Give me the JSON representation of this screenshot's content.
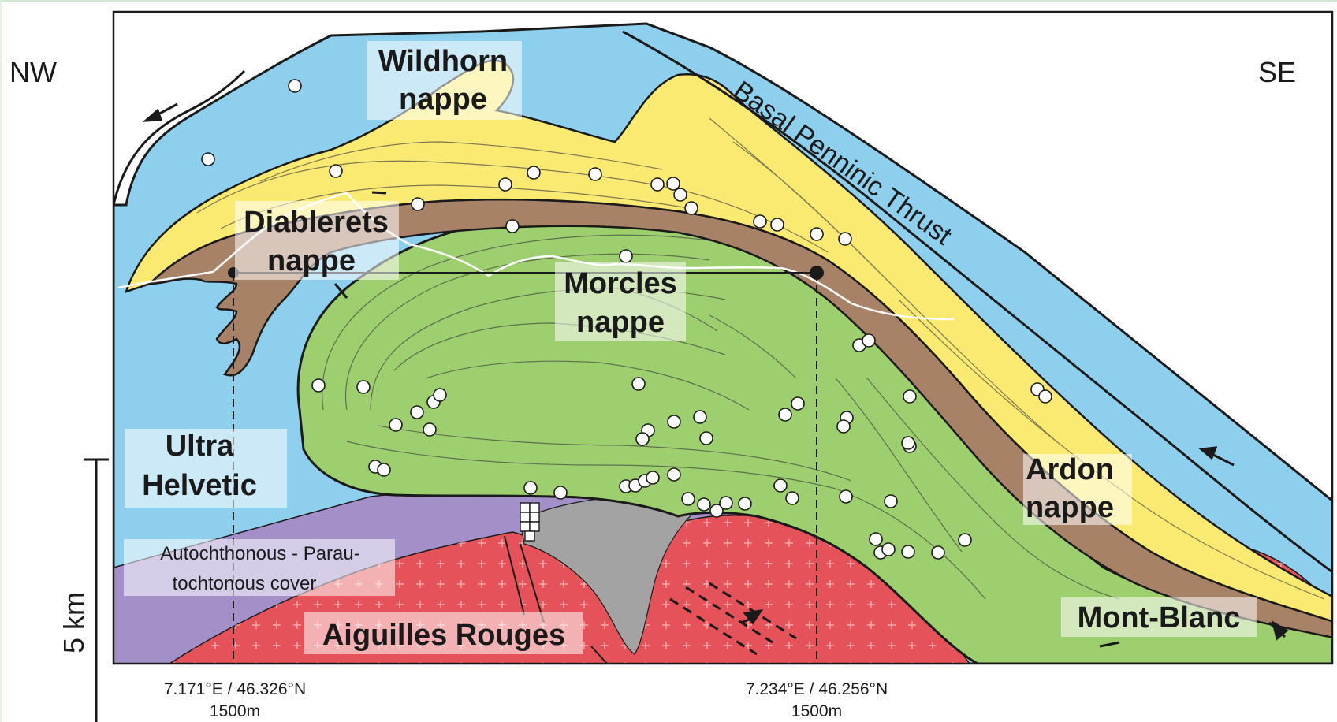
{
  "labels": {
    "nw": "NW",
    "se": "SE",
    "wildhorn_1": "Wildhorn",
    "wildhorn_2": "nappe",
    "diablerets_1": "Diablerets",
    "diablerets_2": "nappe",
    "morcles_1": "Morcles",
    "morcles_2": "nappe",
    "ultra_1": "Ultra",
    "ultra_2": "Helvetic",
    "autoch_1": "Autochthonous - Parau-",
    "autoch_2": "tochtonous cover",
    "aiguilles": "Aiguilles Rouges",
    "ardon_1": "Ardon",
    "ardon_2": "nappe",
    "montblanc": "Mont-Blanc",
    "thrust": "Basal Penninic Thrust",
    "scale": "5 km"
  },
  "coordinates": [
    {
      "line1": "7.171°E / 46.326°N",
      "line2": "1500m"
    },
    {
      "line1": "7.234°E / 46.256°N",
      "line2": "1500m"
    }
  ],
  "colors": {
    "ultra_helvetic": "#8ecfee",
    "wildhorn": "#fbea72",
    "diablerets": "#a88267",
    "morcles": "#9dcf6e",
    "autochthonous": "#a390c9",
    "crystalline": "#e6525a",
    "gray_unit": "#a3a3a3"
  }
}
